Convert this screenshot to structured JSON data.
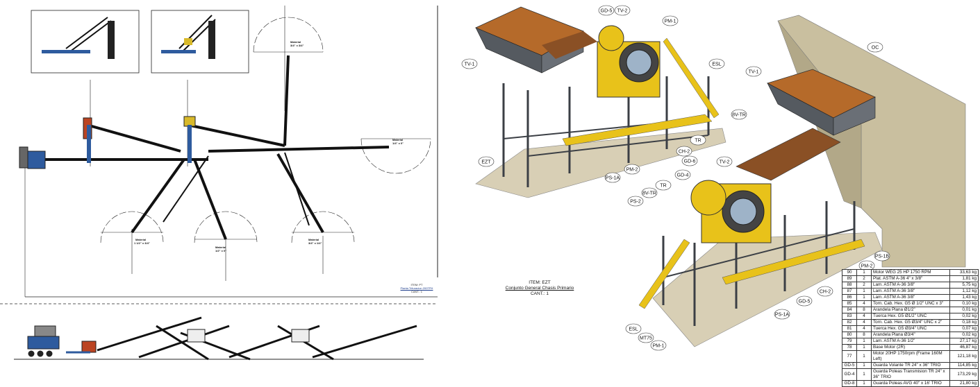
{
  "plan_drawing": {
    "material_labels": [
      {
        "title": "Material",
        "size": "3/4\" x 3/4\""
      },
      {
        "title": "Material",
        "size": "1/4\" x 0\""
      },
      {
        "title": "Material",
        "size": "1 1/2\" x 3/4\""
      },
      {
        "title": "Material",
        "size": "1/2\" x 0\""
      },
      {
        "title": "Material",
        "size": "3/4\" x 1/4\""
      }
    ],
    "sheet_title": {
      "line1": "ITEM: PT",
      "line2": "Planta Trituracion 200TPH",
      "line3": "CANT.: 1"
    }
  },
  "assembly": {
    "item": "ITEM: EZT",
    "name": "Conjunto General Chasis Primario",
    "qty": "CANT.: 1",
    "callouts": [
      "GD-5",
      "TV-2",
      "PM-1",
      "TV-1",
      "ESL",
      "8V-TR",
      "TR",
      "CH-2",
      "GD-6",
      "PM-2",
      "PS-1A",
      "EZT",
      "OC",
      "TV-1",
      "TV-2",
      "GD-4",
      "TR",
      "8V-TR",
      "PS-2",
      "PS-1B",
      "PM-2",
      "CH-2",
      "GD-5",
      "PS-1A",
      "ESL",
      "MT75",
      "PM-1"
    ]
  },
  "parts_list": [
    {
      "id": "90",
      "qty": "1",
      "desc": "Motor WEG 25 HP 1750 RPM",
      "weight": "33,63 kg"
    },
    {
      "id": "89",
      "qty": "2",
      "desc": "Plat. ASTM A-36 4\" x 3/8\"",
      "weight": "1,81 kg"
    },
    {
      "id": "88",
      "qty": "2",
      "desc": "Lam. ASTM A-36 3/8\"",
      "weight": "5,75 kg"
    },
    {
      "id": "87",
      "qty": "1",
      "desc": "Lam. ASTM A-36 3/8\"",
      "weight": "1,12 kg"
    },
    {
      "id": "86",
      "qty": "1",
      "desc": "Lam. ASTM A-36 3/8\"",
      "weight": "1,43 kg"
    },
    {
      "id": "85",
      "qty": "4",
      "desc": "Torn. Cab. Hex. G5 Ø 1/2\" UNC x 3\"",
      "weight": "0,10 kg"
    },
    {
      "id": "84",
      "qty": "8",
      "desc": "Arandela Plana Ø1/2\"",
      "weight": "0,01 kg"
    },
    {
      "id": "83",
      "qty": "4",
      "desc": "Tuerca Hex. G5 Ø1/2\" UNC",
      "weight": "0,02 kg"
    },
    {
      "id": "82",
      "qty": "4",
      "desc": "Torn. Cab. Hex. G5 Ø3/4\" UNC x 2\"",
      "weight": "0,18 kg"
    },
    {
      "id": "81",
      "qty": "4",
      "desc": "Tuerca Hex. G5 Ø3/4\" UNC",
      "weight": "0,07 kg"
    },
    {
      "id": "80",
      "qty": "8",
      "desc": "Arandela Plana Ø3/4\"",
      "weight": "0,02 kg"
    },
    {
      "id": "79",
      "qty": "1",
      "desc": "Lam. ASTM A-36 1/2\"",
      "weight": "27,17 kg"
    },
    {
      "id": "78",
      "qty": "1",
      "desc": "Base Motor (2R)",
      "weight": "46,87 kg"
    },
    {
      "id": "77",
      "qty": "1",
      "desc": "Motor 20HP 1750rpm (Frame 160M Left)",
      "weight": "121,18 kg"
    },
    {
      "id": "GD-5",
      "qty": "1",
      "desc": "Guarda Volante TR 24\" x 36\" TRIO",
      "weight": "114,85 kg"
    },
    {
      "id": "GD-4",
      "qty": "1",
      "desc": "Guarda Poleas Transmision TR 24\" x 36\" TRIO",
      "weight": "173,29 kg"
    },
    {
      "id": "GD-8",
      "qty": "1",
      "desc": "Guarda Poleas AVG 40\" x 16' TRIO",
      "weight": "21,80 kg"
    }
  ],
  "colors": {
    "steel": "#5a5f66",
    "frame": "#3b3f45",
    "yellow": "#e8c21a",
    "ore": "#b56a2a",
    "concrete": "#d8cfb5",
    "wall": "#c9bf9f"
  }
}
